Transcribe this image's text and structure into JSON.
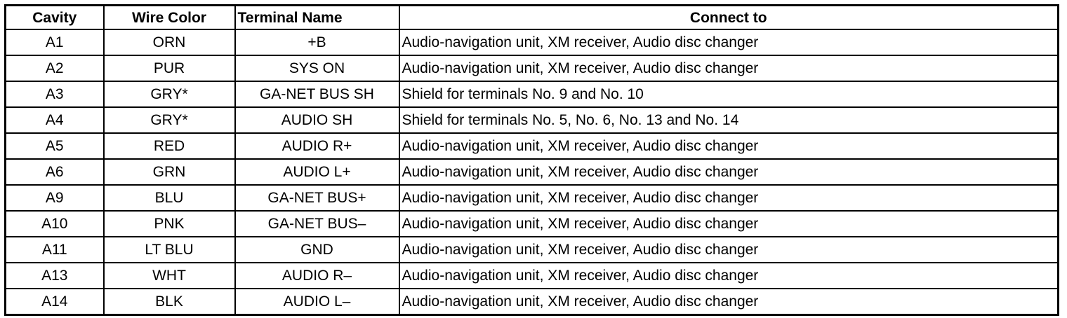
{
  "table": {
    "headers": {
      "cavity": "Cavity",
      "wire_color": "Wire Color",
      "terminal_name": "Terminal Name",
      "connect_to": "Connect to"
    },
    "rows": [
      {
        "cavity": "A1",
        "wire_color": "ORN",
        "terminal_name": "+B",
        "connect_to": "Audio-navigation unit, XM receiver, Audio disc changer"
      },
      {
        "cavity": "A2",
        "wire_color": "PUR",
        "terminal_name": "SYS ON",
        "connect_to": "Audio-navigation unit, XM receiver, Audio disc changer"
      },
      {
        "cavity": "A3",
        "wire_color": "GRY*",
        "terminal_name": "GA-NET BUS SH",
        "connect_to": "Shield for terminals No. 9 and No. 10"
      },
      {
        "cavity": "A4",
        "wire_color": "GRY*",
        "terminal_name": "AUDIO SH",
        "connect_to": "Shield for terminals No. 5, No. 6, No. 13 and No. 14"
      },
      {
        "cavity": "A5",
        "wire_color": "RED",
        "terminal_name": "AUDIO R+",
        "connect_to": "Audio-navigation unit, XM receiver, Audio disc changer"
      },
      {
        "cavity": "A6",
        "wire_color": "GRN",
        "terminal_name": "AUDIO L+",
        "connect_to": "Audio-navigation unit, XM receiver, Audio disc changer"
      },
      {
        "cavity": "A9",
        "wire_color": "BLU",
        "terminal_name": "GA-NET BUS+",
        "connect_to": "Audio-navigation unit, XM receiver, Audio disc changer"
      },
      {
        "cavity": "A10",
        "wire_color": "PNK",
        "terminal_name": "GA-NET BUS–",
        "connect_to": "Audio-navigation unit, XM receiver, Audio disc changer"
      },
      {
        "cavity": "A11",
        "wire_color": "LT BLU",
        "terminal_name": "GND",
        "connect_to": "Audio-navigation unit, XM receiver, Audio disc changer"
      },
      {
        "cavity": "A13",
        "wire_color": "WHT",
        "terminal_name": "AUDIO R–",
        "connect_to": "Audio-navigation unit, XM receiver, Audio disc changer"
      },
      {
        "cavity": "A14",
        "wire_color": "BLK",
        "terminal_name": "AUDIO L–",
        "connect_to": "Audio-navigation unit, XM receiver, Audio disc changer"
      }
    ]
  }
}
